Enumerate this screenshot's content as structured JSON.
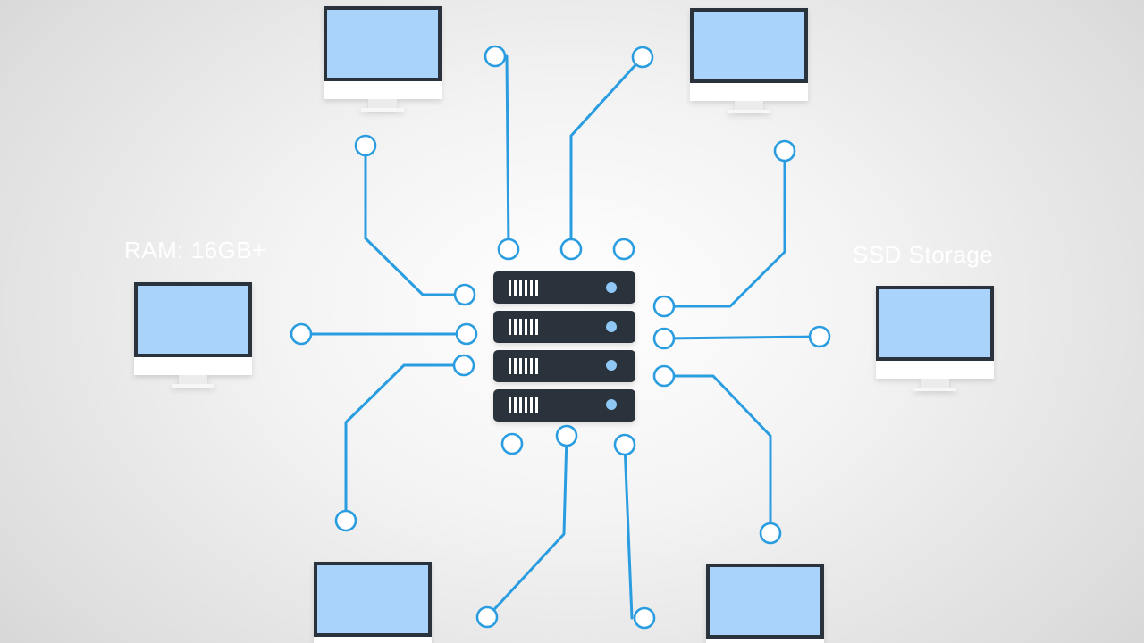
{
  "labels": {
    "ram": "RAM: 16GB+",
    "ssd": "SSD Storage"
  },
  "colors": {
    "line": "#2a9de0",
    "screen": "#a9d3fb",
    "bezel": "#2b313a",
    "stand": "#ffffff",
    "server_unit": "#2b313a",
    "server_led": "#8fc8f5",
    "label_text": "#ffffff"
  },
  "icons": {
    "monitor": "desktop-monitor-icon",
    "server": "server-rack-icon",
    "node": "connection-node-circle"
  }
}
